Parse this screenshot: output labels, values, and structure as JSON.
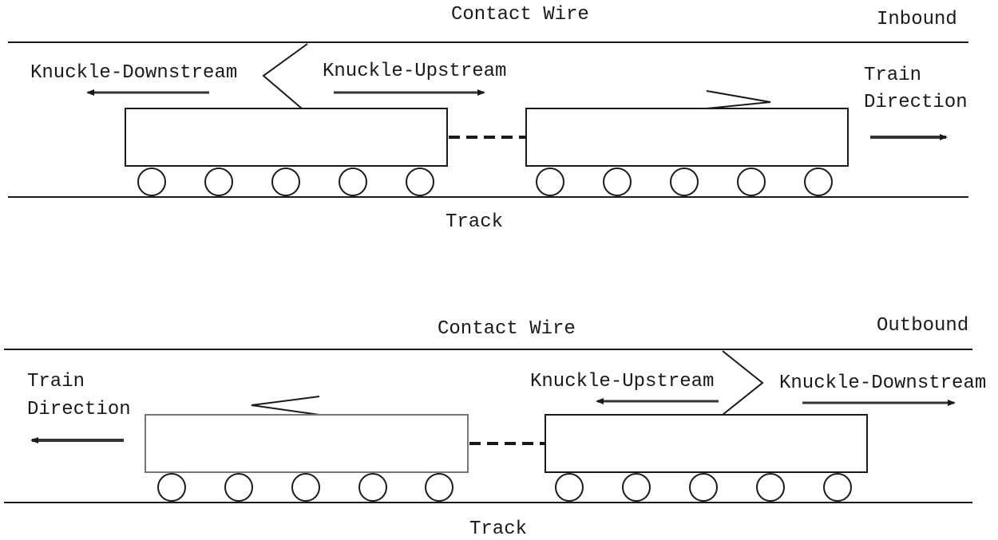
{
  "inbound": {
    "title": "Inbound",
    "contact_wire_label": "Contact Wire",
    "track_label": "Track",
    "knuckle_downstream_label": "Knuckle-Downstream",
    "knuckle_upstream_label": "Knuckle-Upstream",
    "train_direction_line1": "Train",
    "train_direction_line2": "Direction"
  },
  "outbound": {
    "title": "Outbound",
    "contact_wire_label": "Contact Wire",
    "track_label": "Track",
    "knuckle_upstream_label": "Knuckle-Upstream",
    "knuckle_downstream_label": "Knuckle-Downstream",
    "train_direction_line1": "Train",
    "train_direction_line2": "Direction"
  }
}
